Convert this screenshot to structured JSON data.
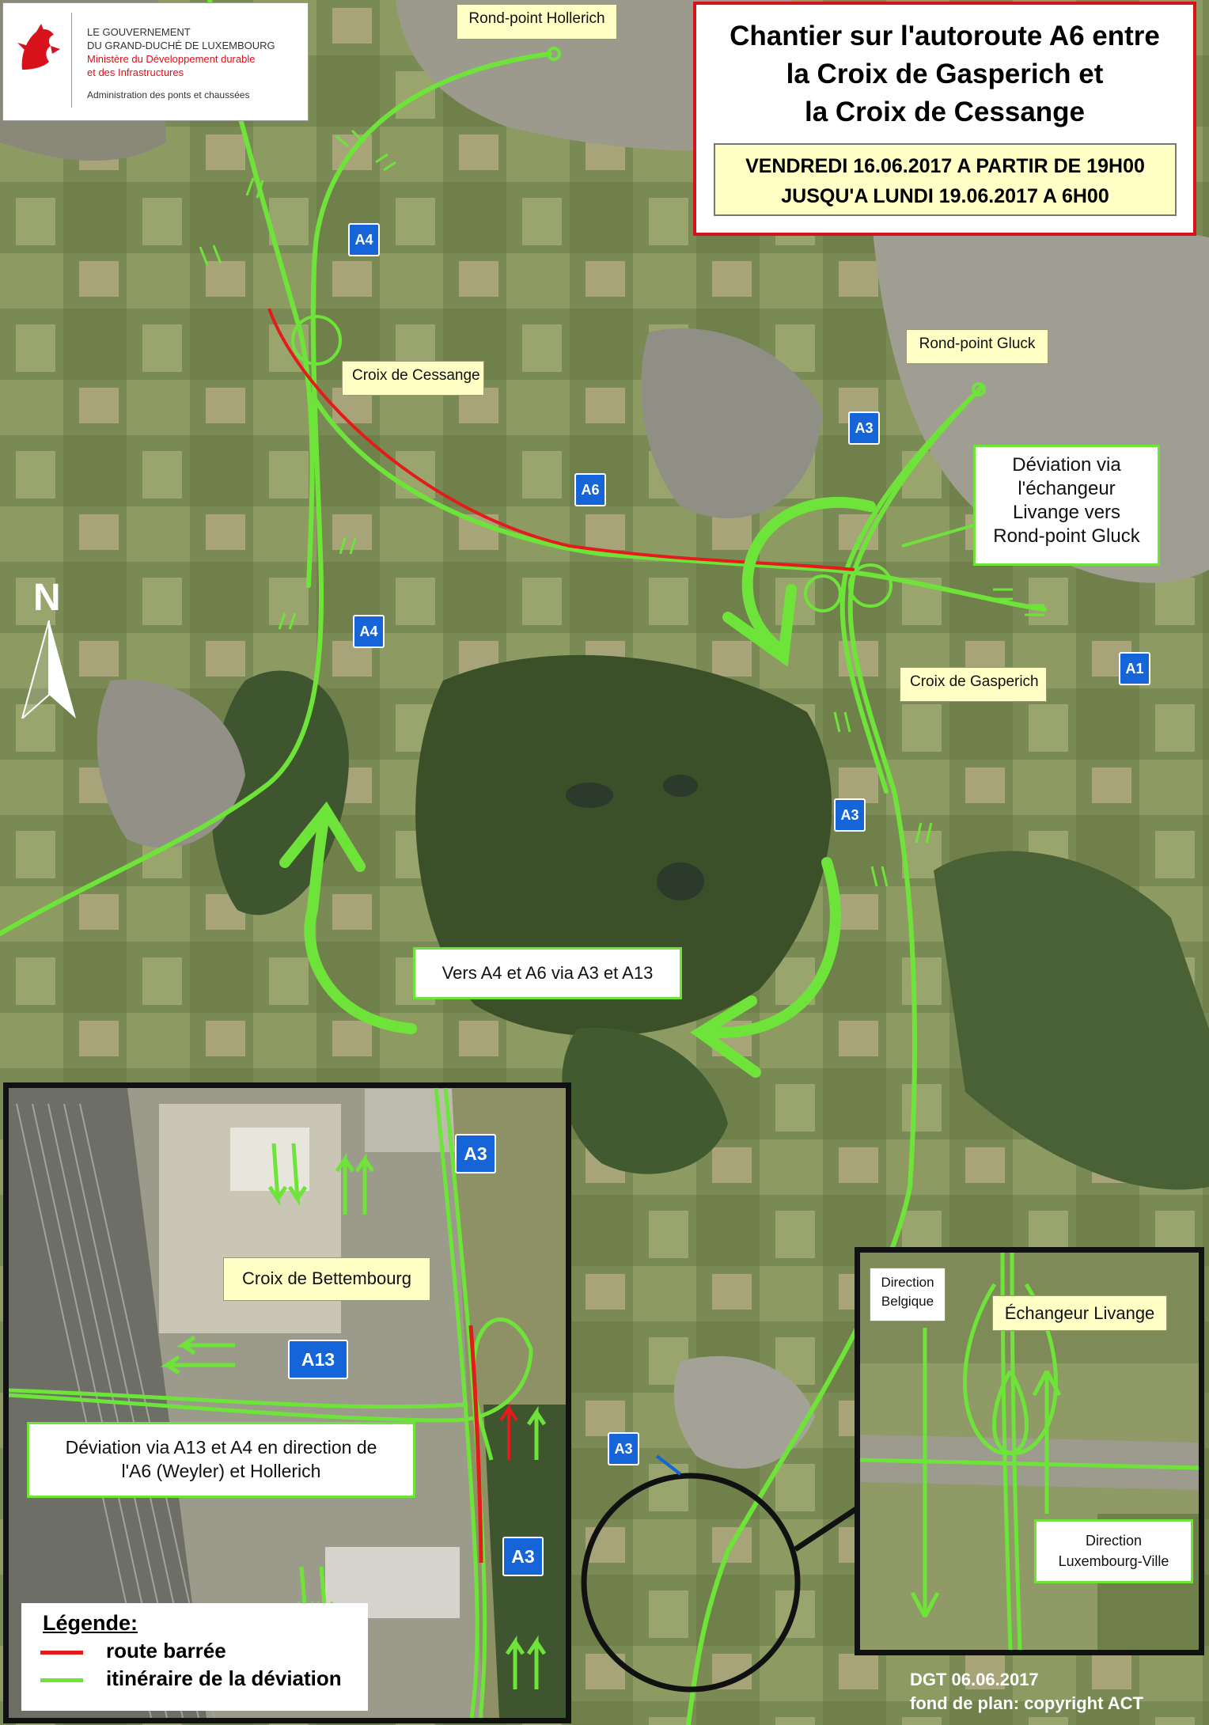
{
  "logo": {
    "line1": "LE GOUVERNEMENT",
    "line2": "DU GRAND-DUCHÉ DE LUXEMBOURG",
    "line3": "Ministère du Développement durable",
    "line4": "et des Infrastructures",
    "line5": "Administration des ponts et chaussées"
  },
  "title": {
    "line1": "Chantier sur l'autoroute A6 entre",
    "line2": "la Croix de Gasperich et",
    "line3": "la Croix de Cessange",
    "date1": "VENDREDI 16.06.2017 A PARTIR DE 19H00",
    "date2": "JUSQU'A LUNDI 19.06.2017 A 6H00"
  },
  "places": {
    "hollerich": "Rond-point Hollerich",
    "cessange": "Croix de Cessange",
    "gluck": "Rond-point Gluck",
    "gasperich": "Croix de Gasperich",
    "bettembourg": "Croix de Bettembourg",
    "livange": "Échangeur Livange"
  },
  "detours": {
    "livange_l1": "Déviation via",
    "livange_l2": "l'échangeur",
    "livange_l3": "Livange vers",
    "livange_l4": "Rond-point Gluck",
    "a4a6": "Vers A4 et A6 via A3 et A13",
    "a13_l1": "Déviation via A13 et A4 en direction de",
    "a13_l2": "l'A6 (Weyler) et Hollerich"
  },
  "directions": {
    "belgique_l1": "Direction",
    "belgique_l2": "Belgique",
    "lux_l1": "Direction",
    "lux_l2": "Luxembourg-Ville"
  },
  "shields": {
    "a4_top": "A4",
    "a4_mid": "A4",
    "a6": "A6",
    "a3_top": "A3",
    "a3_mid": "A3",
    "a1": "A1",
    "a3_low": "A3",
    "a3_inset_top": "A3",
    "a13": "A13",
    "a3_inset_bottom": "A3"
  },
  "north": "N",
  "legend": {
    "title": "Légende:",
    "closed": "route barrée",
    "detour": "itinéraire de la déviation"
  },
  "footer": {
    "line1": "DGT 06.06.2017",
    "line2": "fond de plan: copyright ACT"
  },
  "colors": {
    "closed_route": "#e31b1b",
    "detour_route": "#6ee43a",
    "shield": "#1565d8",
    "title_border": "#d8121b",
    "label_fill": "#ffffc6"
  }
}
